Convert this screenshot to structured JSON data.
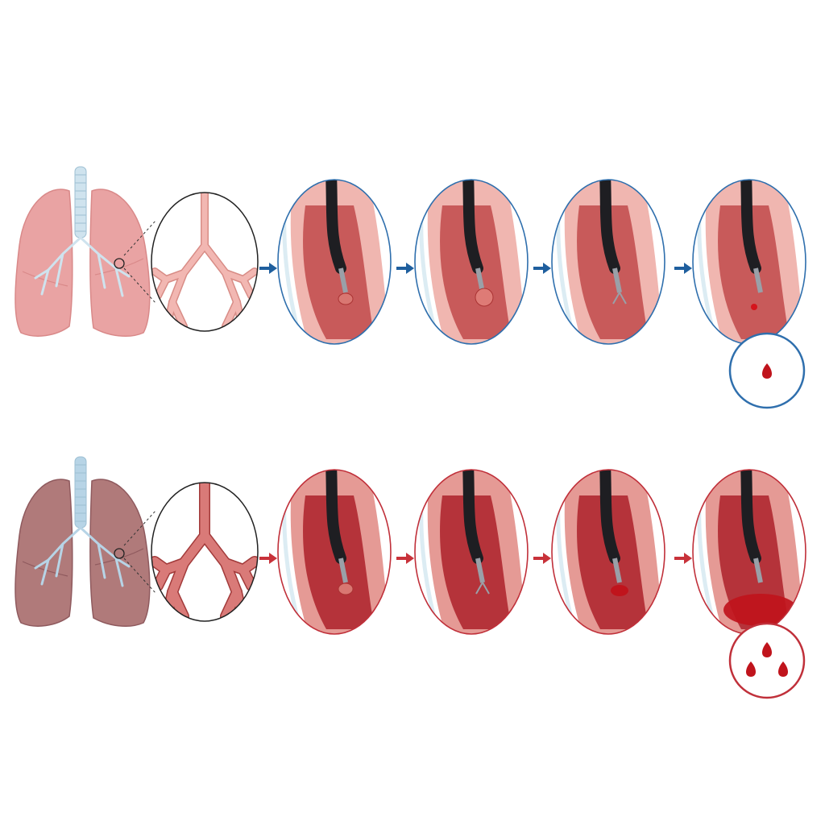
{
  "diagram": {
    "rows": [
      {
        "id": "normal",
        "lung_fill": "#e9a3a3",
        "lung_shade": "#d98989",
        "airway_color": "#cfe3ee",
        "bronchi_color": "#f2b7b2",
        "bronchi_edge": "#d88c86",
        "lumen_outer": "#f0b6b0",
        "lumen_inner": "#c85a5a",
        "frame_color": "#2f6fad",
        "arrow_color": "#1f5f9e",
        "steps": [
          {
            "id": "step-1",
            "tissue": "small-bulge"
          },
          {
            "id": "step-2",
            "tissue": "sample-sphere"
          },
          {
            "id": "step-3",
            "tissue": "open-forceps"
          },
          {
            "id": "step-4",
            "tissue": "pinpoint-bleed"
          }
        ],
        "bleed": {
          "drops": 1,
          "frame_color": "#2f6fad",
          "drop_color": "#c0141c"
        }
      },
      {
        "id": "diseased",
        "lung_fill": "#b07a7a",
        "lung_shade": "#8f5a5e",
        "airway_color": "#b7d4e6",
        "bronchi_color": "#d97a78",
        "bronchi_edge": "#a23a3a",
        "lumen_outer": "#e59a95",
        "lumen_inner": "#b5333a",
        "frame_color": "#c0303a",
        "arrow_color": "#c8323a",
        "steps": [
          {
            "id": "step-1",
            "tissue": "small-bulge"
          },
          {
            "id": "step-2",
            "tissue": "open-forceps"
          },
          {
            "id": "step-3",
            "tissue": "bleeding-site"
          },
          {
            "id": "step-4",
            "tissue": "pooled-blood"
          }
        ],
        "bleed": {
          "drops": 3,
          "frame_color": "#c0303a",
          "drop_color": "#c0141c"
        }
      }
    ]
  }
}
